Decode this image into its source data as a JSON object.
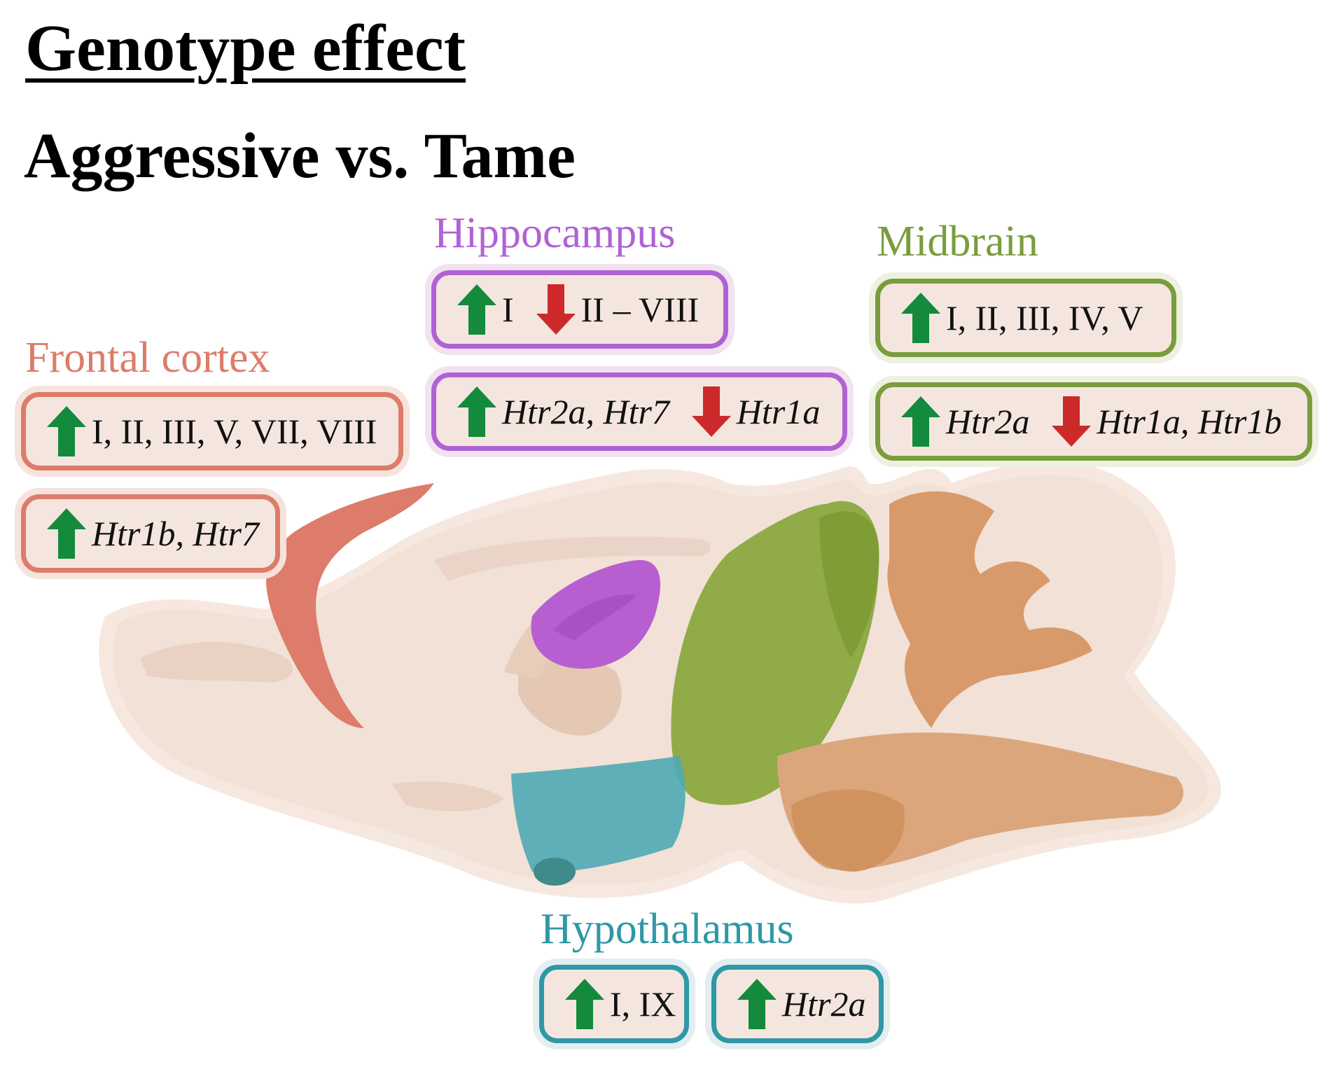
{
  "title": "Genotype effect",
  "subtitle": "Aggressive vs. Tame",
  "colors": {
    "frontal_cortex": "#dd7c6a",
    "hippocampus": "#b062d4",
    "midbrain": "#7a9d3c",
    "hypothalamus": "#2f98a6",
    "up_arrow": "#138a3c",
    "down_arrow": "#cc2a2a",
    "brain_base": "#f4e3da",
    "cerebellum": "#d59a6a"
  },
  "regions": {
    "frontal_cortex": {
      "label": "Frontal cortex",
      "box1": {
        "up": "I, II, III, V, VII, VIII"
      },
      "box2": {
        "up": "Htr1b, Htr7"
      }
    },
    "hippocampus": {
      "label": "Hippocampus",
      "box1": {
        "up": "I",
        "down": "II – VIII"
      },
      "box2": {
        "up": "Htr2a, Htr7",
        "down": "Htr1a"
      }
    },
    "midbrain": {
      "label": "Midbrain",
      "box1": {
        "up": "I, II, III, IV, V"
      },
      "box2": {
        "up": "Htr2a",
        "down": "Htr1a, Htr1b"
      }
    },
    "hypothalamus": {
      "label": "Hypothalamus",
      "box1": {
        "up": "I, IX"
      },
      "box2": {
        "up": "Htr2a"
      }
    }
  }
}
